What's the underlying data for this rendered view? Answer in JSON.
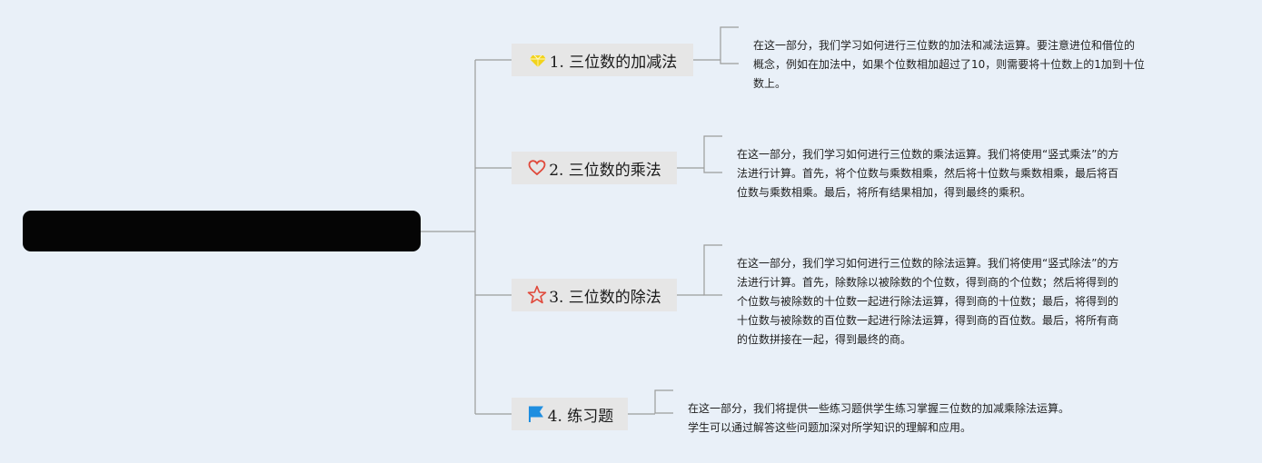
{
  "root": {
    "title": ""
  },
  "branches": [
    {
      "label": "1. 三位数的加减法",
      "icon": "gem-icon",
      "description": "在这一部分，我们学习如何进行三位数的加法和减法运算。要注意进位和借位的\n概念，例如在加法中，如果个位数相加超过了10，则需要将十位数上的1加到十位\n数上。"
    },
    {
      "label": "2. 三位数的乘法",
      "icon": "heart-icon",
      "description": "在这一部分，我们学习如何进行三位数的乘法运算。我们将使用“竖式乘法”的方\n法进行计算。首先，将个位数与乘数相乘，然后将十位数与乘数相乘，最后将百\n位数与乘数相乘。最后，将所有结果相加，得到最终的乘积。"
    },
    {
      "label": "3. 三位数的除法",
      "icon": "star-icon",
      "description": "在这一部分，我们学习如何进行三位数的除法运算。我们将使用“竖式除法”的方\n法进行计算。首先，除数除以被除数的个位数，得到商的个位数；然后将得到的\n个位数与被除数的十位数一起进行除法运算，得到商的十位数；最后，将得到的\n十位数与被除数的百位数一起进行除法运算，得到商的百位数。最后，将所有商\n的位数拼接在一起，得到最终的商。"
    },
    {
      "label": "4. 练习题",
      "icon": "flag-icon",
      "description": "在这一部分，我们将提供一些练习题供学生练习掌握三位数的加减乘除法运算。\n学生可以通过解答这些问题加深对所学知识的理解和应用。"
    }
  ],
  "colors": {
    "background": "#e9f0f8",
    "root_fill": "#050505",
    "topic_fill": "#e6e6e6",
    "connector": "#9c9c9c",
    "gem": "#f2d31b",
    "heart": "#e0483a",
    "star": "#e0483a",
    "flag": "#1f8ee0"
  }
}
